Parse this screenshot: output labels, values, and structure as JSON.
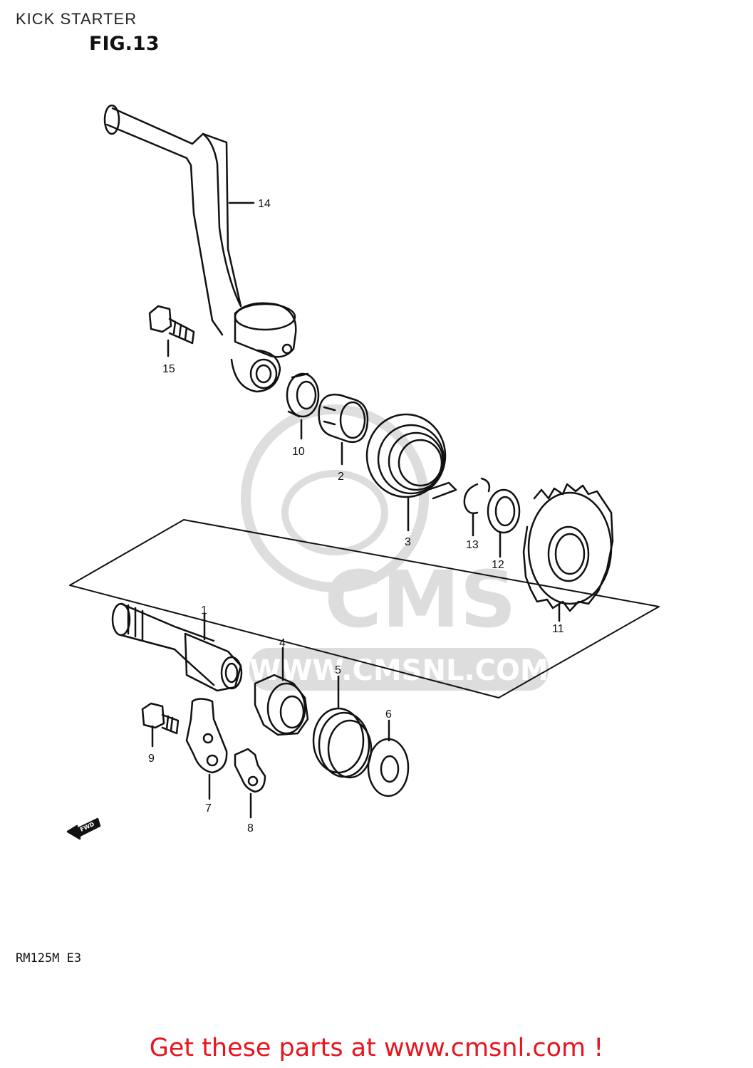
{
  "header": {
    "title": "KICK STARTER",
    "figure": "FIG.13"
  },
  "watermark": {
    "brand": "CMS",
    "url": "WWW.CMSNL.COM"
  },
  "direction_marker": "FWD",
  "model": "RM125M E3",
  "footer": {
    "link_text": "Get these parts at www.cmsnl.com !",
    "color": "#e8141e"
  },
  "parts": [
    {
      "id": "14",
      "name": "kick-starter-lever"
    },
    {
      "id": "15",
      "name": "lever-bolt"
    },
    {
      "id": "10",
      "name": "oil-seal"
    },
    {
      "id": "2",
      "name": "spring-guide"
    },
    {
      "id": "3",
      "name": "return-spring"
    },
    {
      "id": "13",
      "name": "circlip"
    },
    {
      "id": "12",
      "name": "washer"
    },
    {
      "id": "11",
      "name": "kick-starter-gear"
    },
    {
      "id": "1",
      "name": "kick-starter-shaft"
    },
    {
      "id": "4",
      "name": "kick-starter-pawl"
    },
    {
      "id": "5",
      "name": "pawl-spring"
    },
    {
      "id": "6",
      "name": "washer"
    },
    {
      "id": "9",
      "name": "bolt"
    },
    {
      "id": "7",
      "name": "stopper-plate"
    },
    {
      "id": "8",
      "name": "guide"
    }
  ]
}
